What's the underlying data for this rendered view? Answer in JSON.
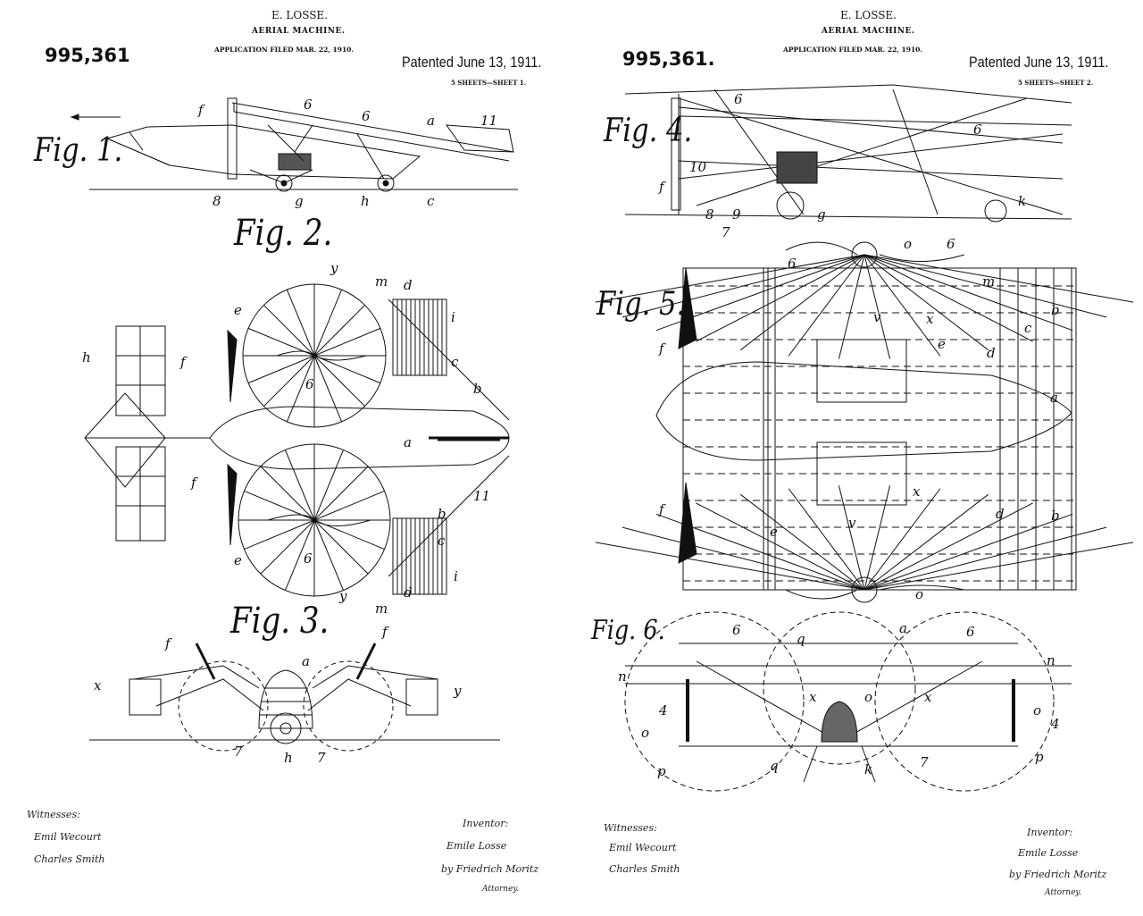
{
  "sheets": [
    {
      "patent_number": "995,361",
      "inventor": "E. LOSSE.",
      "title": "AERIAL MACHINE.",
      "application": "APPLICATION FILED MAR. 22, 1910.",
      "patented": "Patented June 13, 1911.",
      "sheet": "5 SHEETS—SHEET 1.",
      "figures": [
        "Fig. 1.",
        "Fig. 2.",
        "Fig. 3."
      ],
      "witnesses_label": "Witnesses:",
      "witnesses": [
        "Emil Wecourt",
        "Charles Smith"
      ],
      "inventor_label": "Inventor:",
      "inventor_signature": "Emile Losse",
      "attorney_signature": "by Friedrich Moritz",
      "attorney_label": "Attorney."
    },
    {
      "patent_number": "995,361.",
      "inventor": "E. LOSSE.",
      "title": "AERIAL MACHINE.",
      "application": "APPLICATION FILED MAR. 22, 1910.",
      "patented": "Patented June 13, 1911.",
      "sheet": "5 SHEETS—SHEET 2.",
      "figures": [
        "Fig. 4.",
        "Fig. 5.",
        "Fig. 6."
      ],
      "witnesses_label": "Witnesses:",
      "witnesses": [
        "Emil Wecourt",
        "Charles Smith"
      ],
      "inventor_label": "Inventor:",
      "inventor_signature": "Emile Losse",
      "attorney_signature": "by Friedrich Moritz",
      "attorney_label": "Attorney."
    }
  ],
  "reference_labels": {
    "fig1": [
      "f",
      "6",
      "6",
      "a",
      "11",
      "8",
      "g",
      "h",
      "c"
    ],
    "fig2": [
      "y",
      "m",
      "d",
      "e",
      "i",
      "h",
      "f",
      "6",
      "c",
      "b",
      "a",
      "11",
      "f",
      "b",
      "c",
      "e",
      "6",
      "y",
      "m",
      "d",
      "i"
    ],
    "fig3": [
      "f",
      "a",
      "f",
      "x",
      "y",
      "7",
      "h",
      "7"
    ],
    "fig4": [
      "6",
      "6",
      "10",
      "f",
      "8",
      "9",
      "g",
      "7",
      "k"
    ],
    "fig5": [
      "6",
      "o",
      "6",
      "m",
      "b",
      "c",
      "v",
      "x",
      "e",
      "f",
      "d",
      "a",
      "f",
      "x",
      "v",
      "e",
      "d",
      "b",
      "o"
    ],
    "fig6": [
      "6",
      "q",
      "a",
      "6",
      "n",
      "n",
      "x",
      "o",
      "x",
      "o",
      "4",
      "4",
      "o",
      "p",
      "q",
      "7",
      "k",
      "p"
    ]
  },
  "colors": {
    "ink": "#111111",
    "paper": "#ffffff"
  }
}
